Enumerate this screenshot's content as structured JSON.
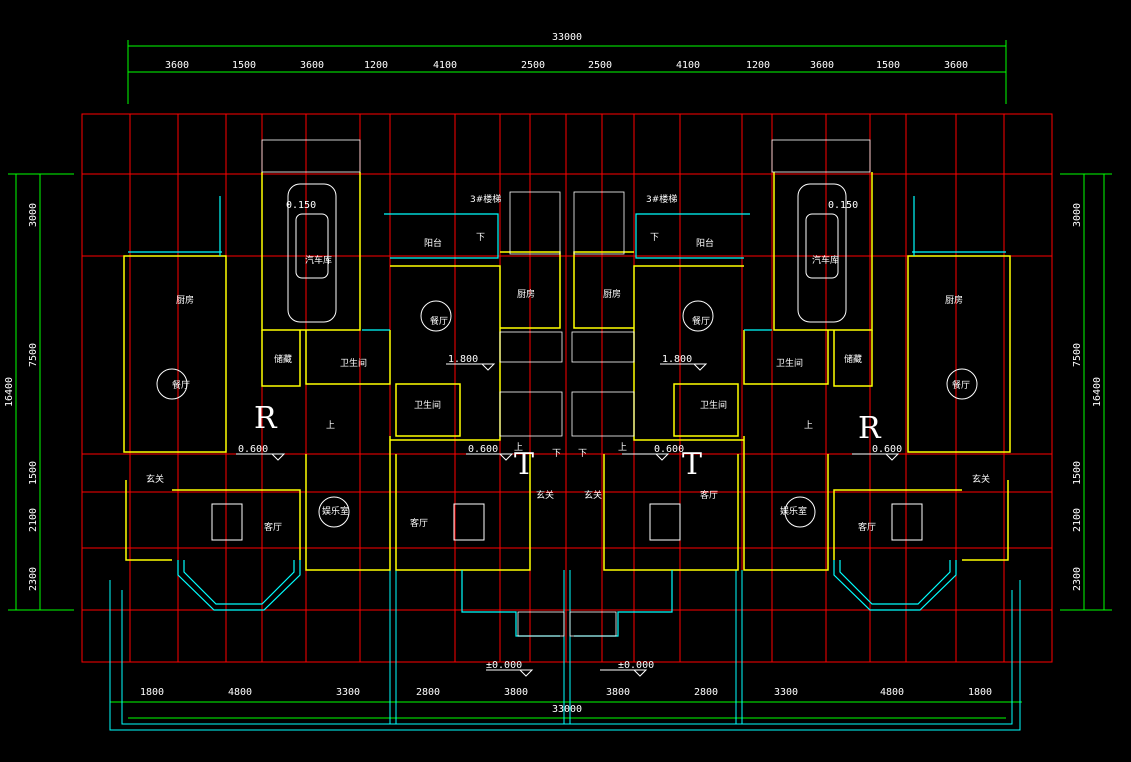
{
  "colors": {
    "background": "#000000",
    "grid": "#ff0000",
    "dimension": "#00ff00",
    "wall": "#ffff00",
    "window": "#00ffff",
    "furniture": "#ffffff",
    "detail": "#ff00ff"
  },
  "dimensions": {
    "top_total": "33000",
    "top_segments": [
      "3600",
      "1500",
      "3600",
      "1200",
      "4100",
      "2500",
      "2500",
      "4100",
      "1200",
      "3600",
      "1500",
      "3600"
    ],
    "bottom_total": "33000",
    "bottom_segments": [
      "1800",
      "4800",
      "3300",
      "2800",
      "3800",
      "3800",
      "2800",
      "3300",
      "4800",
      "1800"
    ],
    "left_total": "16400",
    "left_segments": [
      "3000",
      "7500",
      "1500",
      "2100",
      "2300"
    ],
    "right_total": "16400",
    "right_segments": [
      "3000",
      "7500",
      "1500",
      "2100",
      "2300"
    ]
  },
  "levels": {
    "garage_left": "0.150",
    "garage_right": "0.150",
    "mid_left": "1.800",
    "mid_right": "1.800",
    "floor_a": "0.600",
    "floor_b": "0.600",
    "floor_c": "0.600",
    "floor_d": "0.600",
    "ground_left": "±0.000",
    "ground_right": "±0.000"
  },
  "rooms": {
    "garage": "汽车库",
    "kitchen": "厨房",
    "dining": "餐厅",
    "storage": "储藏",
    "bathroom": "卫生间",
    "entry": "玄关",
    "living": "客厅",
    "entertainment": "娱乐室",
    "balcony": "阳台",
    "stair_note": "3#楼梯",
    "up": "上",
    "down": "下"
  },
  "markers": {
    "r": "R",
    "t": "T"
  }
}
